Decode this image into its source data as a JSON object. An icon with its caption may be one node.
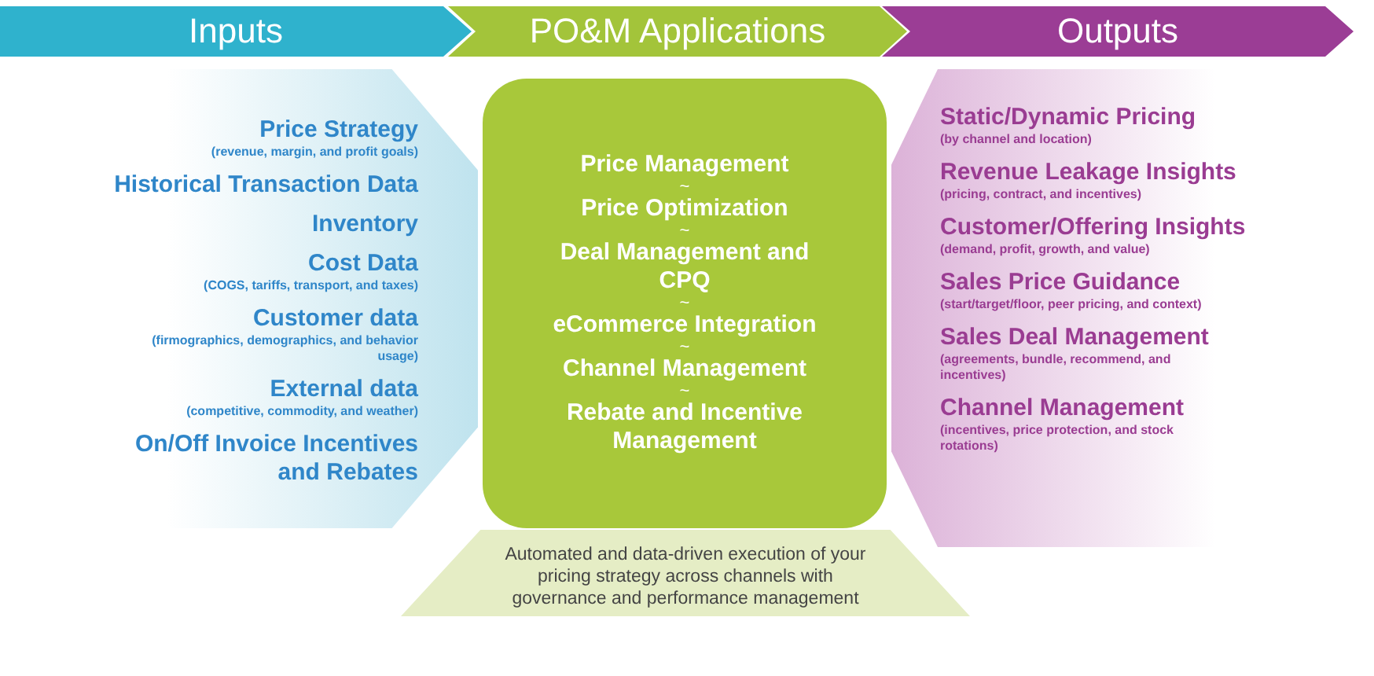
{
  "diagram": {
    "nodes": [
      {
        "text": [
          "Inputs"
        ]
      },
      {
        "text": [
          "PO&M Applications"
        ]
      },
      {
        "text": [
          "Outputs"
        ]
      },
      {
        "text": [],
        "shape": "hexagon"
      },
      {
        "text": [
          "Price Strategy",
          "(revenue, margin, and profit goals)"
        ],
        "in": 3
      },
      {
        "text": [
          "Historical Transaction Data"
        ],
        "in": 3
      },
      {
        "text": [
          "Inventory"
        ],
        "in": 3
      },
      {
        "text": [
          "Cost Data",
          "(COGS, tariffs, transport, and taxes)"
        ],
        "in": 3
      },
      {
        "text": [
          "Customer data",
          "(firmographics, demographics, and behavior usage)"
        ],
        "in": 3
      },
      {
        "text": [
          "External data",
          "(competitive, commodity, and weather)"
        ],
        "in": 3
      },
      {
        "text": [
          "On/Off Invoice Incentives and Rebates"
        ],
        "in": 3
      },
      {
        "text": [
          "Price Management",
          "~",
          "Price Optimization",
          "~",
          "Deal Management and CPQ",
          "~",
          "eCommerce Integration",
          "~",
          "Channel Management",
          "~",
          "Rebate and Incentive Management"
        ]
      },
      {
        "text": [
          "Automated and data-driven execution of your pricing strategy across channels with governance and performance management"
        ]
      },
      {
        "text": [],
        "shape": "hexagon"
      },
      {
        "text": [
          "Static/Dynamic Pricing",
          "(by channel and location)"
        ],
        "in": 13
      },
      {
        "text": [
          "Revenue Leakage Insights",
          "(pricing, contract, and incentives)"
        ],
        "in": 13
      },
      {
        "text": [
          "Customer/Offering Insights",
          "(demand, profit, growth, and value)"
        ],
        "in": 13
      },
      {
        "text": [
          "Sales Price Guidance",
          "(start/target/floor, peer pricing, and context)"
        ],
        "in": 13
      },
      {
        "text": [
          "Sales Deal Management",
          "(agreements, bundle, recommend, and incentives)"
        ],
        "in": 13
      },
      {
        "text": [
          "Channel Management",
          "(incentives, price protection, and stock rotations)"
        ],
        "in": 13
      }
    ]
  }
}
